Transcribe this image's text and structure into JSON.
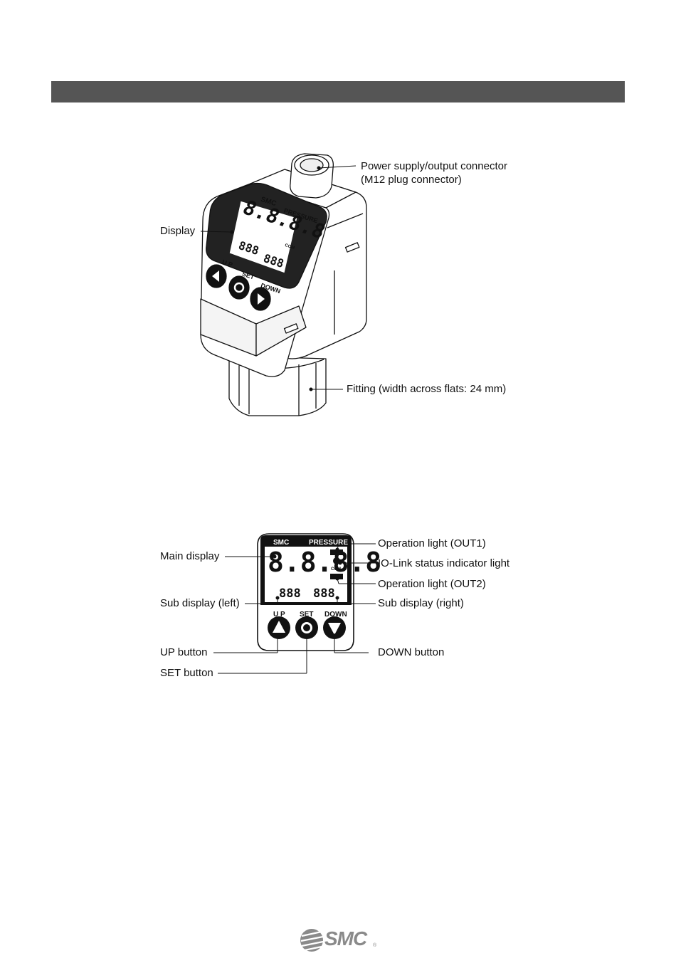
{
  "figure1": {
    "device_text": {
      "brand": "SMC",
      "pressure": "PRESSURE",
      "up": "U P",
      "set": "SET",
      "down": "DOWN",
      "main_digits": "8.8.8.8",
      "sub_digits_left": "888",
      "sub_digits_right": "888",
      "com": "COM"
    },
    "labels": {
      "connector_line1": "Power supply/output connector",
      "connector_line2": "(M12 plug connector)",
      "display": "Display",
      "fitting": "Fitting (width across flats: 24 mm)"
    }
  },
  "figure2": {
    "panel_text": {
      "brand": "SMC",
      "pressure": "PRESSURE",
      "up": "U P",
      "set": "SET",
      "down": "DOWN",
      "main_digits": "8.8.8.8",
      "sub_digits_left": "888",
      "sub_digits_right": "888",
      "com": "COM"
    },
    "labels": {
      "main_display": "Main display",
      "sub_display_left": "Sub display (left)",
      "up_button": "UP button",
      "set_button": "SET button",
      "operation_light_out1": "Operation light (OUT1)",
      "iolink_status": "IO-Link status indicator light",
      "operation_light_out2": "Operation light (OUT2)",
      "sub_display_right": "Sub display (right)",
      "down_button": "DOWN button"
    }
  },
  "footer": {
    "logo": "SMC",
    "registered": "®"
  }
}
